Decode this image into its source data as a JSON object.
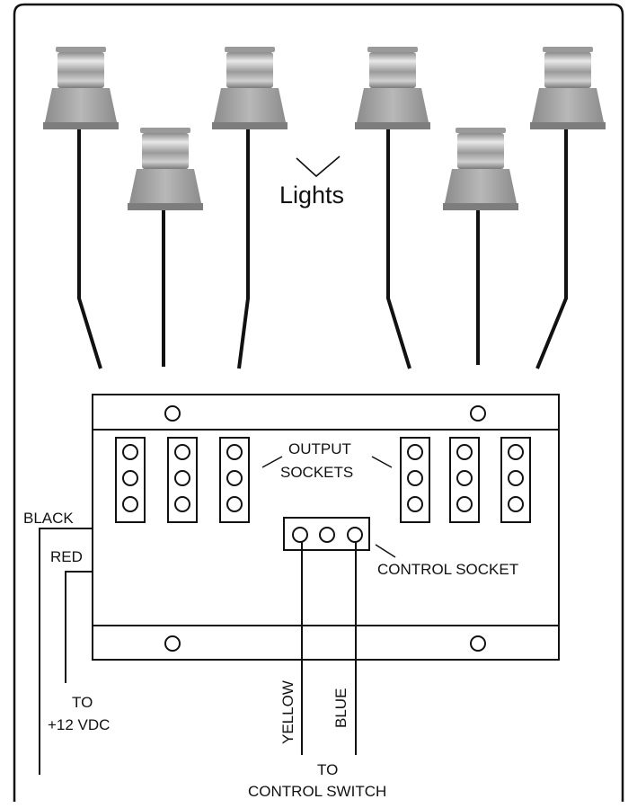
{
  "labels": {
    "lights": "Lights",
    "output_sockets_line1": "OUTPUT",
    "output_sockets_line2": "SOCKETS",
    "control_socket": "CONTROL SOCKET",
    "black": "BLACK",
    "red": "RED",
    "to_power_line1": "TO",
    "to_power_line2": "+12 VDC",
    "yellow": "YELLOW",
    "blue": "BLUE",
    "to_switch_line1": "TO",
    "to_switch_line2": "CONTROL SWITCH"
  },
  "lights": [
    {
      "icon": "beacon-light-icon"
    },
    {
      "icon": "beacon-light-icon"
    },
    {
      "icon": "beacon-light-icon"
    },
    {
      "icon": "beacon-light-icon"
    },
    {
      "icon": "beacon-light-icon"
    },
    {
      "icon": "beacon-light-icon"
    }
  ],
  "colors": {
    "line": "#111111",
    "light_body": "#a9a9a9",
    "light_dome": "#bdbdbd"
  }
}
